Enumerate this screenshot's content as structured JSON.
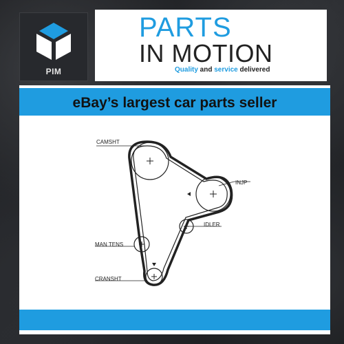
{
  "logo": {
    "text": "PIM",
    "icon": "cube-icon"
  },
  "brand": {
    "line1": "PARTS",
    "line2": "IN MOTION",
    "tagline_quality": "Quality",
    "tagline_and": " and ",
    "tagline_service": "service",
    "tagline_end": " delivered",
    "accent_color": "#1f9ce0"
  },
  "headline": "eBay’s largest car parts seller",
  "diagram": {
    "labels": {
      "camshaft": "CAMSHT",
      "injection_pump": "INJP",
      "idler": "IDLER",
      "manual_tensioner": "MAN TENS",
      "crankshaft": "CRANSHT"
    }
  }
}
